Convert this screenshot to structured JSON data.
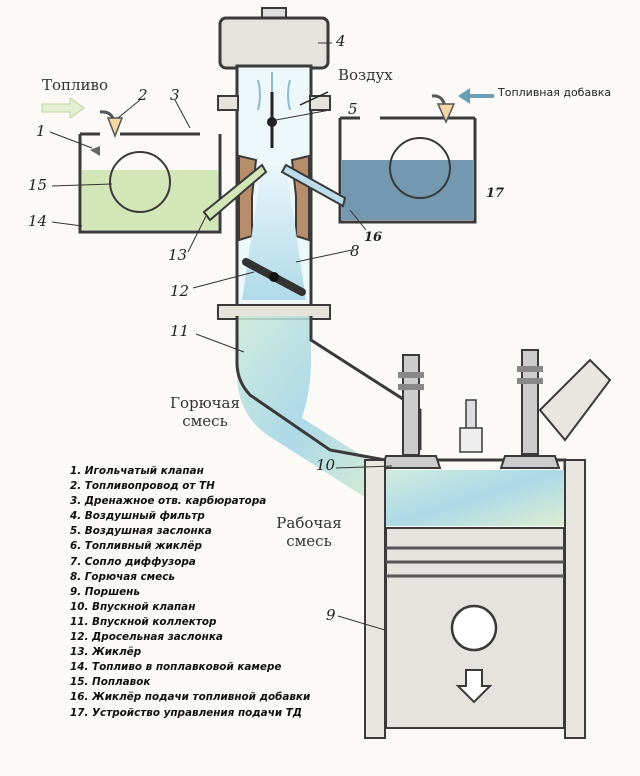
{
  "labels": {
    "fuel": "Топливо",
    "air": "Воздух",
    "additive": "Топливная добавка",
    "combustible_mix": [
      "Горючая",
      "смесь"
    ],
    "working_mix": [
      "Рабочая",
      "смесь"
    ]
  },
  "numbers": {
    "n1": "1",
    "n2": "2",
    "n3": "3",
    "n4": "4",
    "n5": "5",
    "n8": "8",
    "n9": "9",
    "n10": "10",
    "n11": "11",
    "n12": "12",
    "n13": "13",
    "n14": "14",
    "n15": "15",
    "n16": "16",
    "n17": "17"
  },
  "legend": [
    "1. Игольчатый клапан",
    "2. Топливопровод от ТН",
    "3. Дренажное отв. карбюратора",
    "4. Воздушный фильтр",
    "5. Воздушная заслонка",
    "6. Топливный жиклёр",
    "7. Сопло диффузора",
    "8. Горючая смесь",
    "9. Поршень",
    "10. Впускной клапан",
    "11. Впускной коллектор",
    "12. Дросельная заслонка",
    "13. Жиклёр",
    "14. Топливо в поплавковой камере",
    "15. Поплавок",
    "16. Жиклёр подачи топливной добавки",
    "17. Устройство управления подачи ТД"
  ],
  "colors": {
    "fuel": "#d3e6b8",
    "additive": "#5b86a3",
    "flow": "#b5dcea",
    "outline": "#3a3a3a",
    "wall": "#e9e6df"
  }
}
